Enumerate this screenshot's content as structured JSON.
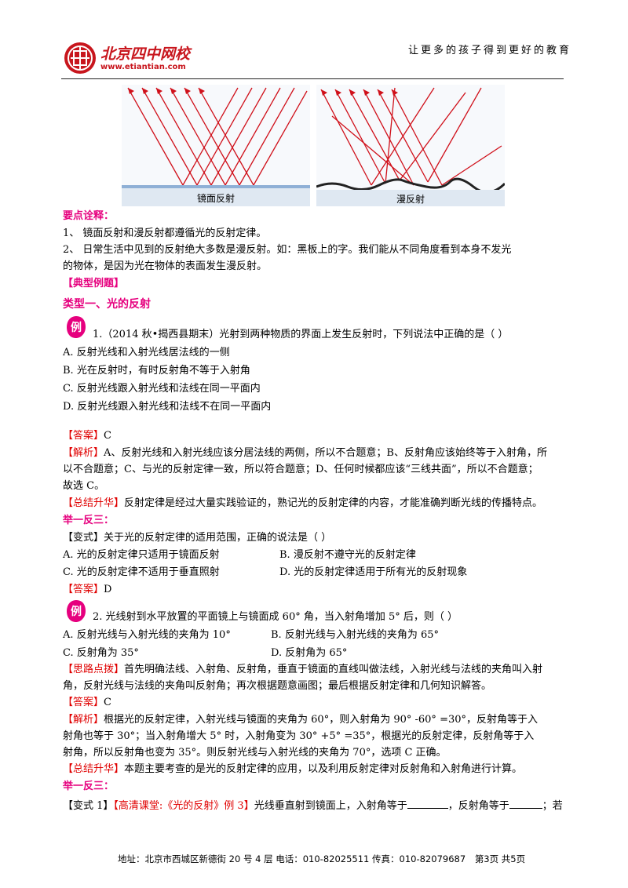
{
  "header": {
    "logo_text": "北京四中网校",
    "logo_url": "www.etiantian.com",
    "slogan": "让更多的孩子得到更好的教育"
  },
  "figures": {
    "left_caption": "镜面反射",
    "right_caption": "漫反射"
  },
  "keypoints": {
    "title": "要点诠释：",
    "p1": "1、 镜面反射和漫反射都遵循光的反射定律。",
    "p2a": "2、 日常生活中见到的反射绝大多数是漫反射。如：黑板上的字。我们能从不同角度看到本身不发光",
    "p2b": "的物体，是因为光在物体的表面发生漫反射。"
  },
  "section": {
    "typical": "【典型例题】",
    "type1": "类型一、光的反射"
  },
  "badge": "例",
  "q1": {
    "stem": "1.（2014 秋•揭西县期末）光射到两种物质的界面上发生反射时，下列说法中正确的是（      ）",
    "a": "A. 反射光线和入射光线居法线的一侧",
    "b": "B. 光在反射时，有时反射角不等于入射角",
    "c": "C. 反射光线跟入射光线和法线在同一平面内",
    "d": "D. 反射光线跟入射光线和法线不在同一平面内",
    "answer_tag": "【答案】",
    "answer": "C",
    "analysis_tag": "【解析】",
    "analysis1": "A、反射光线和入射光线应该分居法线的两侧，所以不合题意；B、反射角应该始终等于入射角，所",
    "analysis2": "以不合题意；C、与光的反射定律一致，所以符合题意；D、任何时候都应该“三线共面”，所以不合题意；",
    "analysis3": "故选 C。",
    "summary_tag": "【总结升华】",
    "summary": "反射定律是经过大量实践验证的，熟记光的反射定律的内容，才能准确判断光线的传播特点。"
  },
  "drill1": {
    "title": "举一反三：",
    "stem": "【变式】关于光的反射定律的适用范围，正确的说法是（      ）",
    "a": "A. 光的反射定律只适用于镜面反射",
    "b": "B. 漫反射不遵守光的反射定律",
    "c": "C. 光的反射定律不适用于垂直照射",
    "d": "D. 光的反射定律适用于所有光的反射现象",
    "answer_tag": "【答案】",
    "answer": "D"
  },
  "q2": {
    "stem": "2. 光线射到水平放置的平面镜上与镜面成 60° 角，当入射角增加 5° 后，则（      ）",
    "a": "A. 反射光线与入射光线的夹角为 10°",
    "b": "B. 反射光线与入射光线的夹角为 65°",
    "c": "C. 反射角为 35°",
    "d": "D. 反射角为 65°",
    "hint_tag": "【思路点拨】",
    "hint1": "首先明确法线、入射角、反射角，垂直于镜面的直线叫做法线，入射光线与法线的夹角叫入射",
    "hint2": "角，反射光线与法线的夹角叫反射角；再次根据题意画图；最后根据反射定律和几何知识解答。",
    "answer_tag": "【答案】",
    "answer": "C",
    "analysis_tag": "【解析】",
    "analysis1": "根据光的反射定律，入射光线与镜面的夹角为 60°，则入射角为 90° -60° =30°，反射角等于入",
    "analysis2": "射角也等于 30°；当入射角增大 5° 时，入射角变为 30° +5° =35°，根据光的反射定律，反射角等于入",
    "analysis3": "射角，所以反射角也变为 35°。则反射光线与入射光线的夹角为 70°，选项 C 正确。",
    "summary_tag": "【总结升华】",
    "summary": "本题主要考查的是光的反射定律的应用，以及利用反射定律对反射角和入射角进行计算。"
  },
  "drill2": {
    "title": "举一反三：",
    "tag1": "【变式 1】",
    "tag2": "【高清课堂:《光的反射》例 3】",
    "text1": "光线垂直射到镜面上，入射角等于",
    "text2": "，反射角等于",
    "text3": "；若"
  },
  "footer": {
    "address": "地址：北京市西城区新德街 20 号 4 层  电话：010-82025511  传真：010-82079687",
    "page": "第3页  共5页"
  }
}
